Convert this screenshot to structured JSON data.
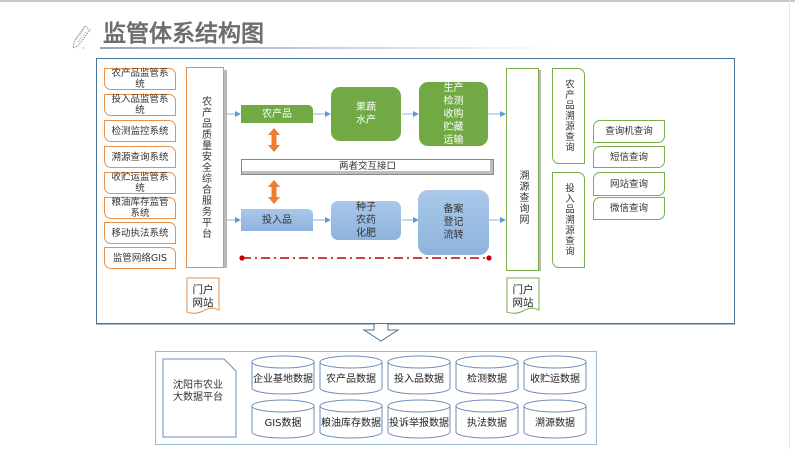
{
  "title": "监管体系结构图",
  "left_systems": [
    {
      "label": "农产品监管系统"
    },
    {
      "label": "投入品监管系统"
    },
    {
      "label": "检测监控系统"
    },
    {
      "label": "溯源查询系统"
    },
    {
      "label": "收贮运监管系统"
    },
    {
      "label": "粮油库存监管系统"
    },
    {
      "label": "移动执法系统"
    },
    {
      "label": "监管网络GIS"
    }
  ],
  "platform": {
    "label": "农产品质量安全综合服务平台"
  },
  "portal_left": {
    "label": "门户网站"
  },
  "portal_right": {
    "label": "门户网站"
  },
  "flow_top": {
    "start": "农产品",
    "mid": "果蔬水产",
    "end": "生产检测收购贮藏运输"
  },
  "flow_bottom": {
    "start": "投入品",
    "mid": "种子农药化肥",
    "end": "备案登记流转"
  },
  "interface": {
    "label": "两者交互接口"
  },
  "trace_net": {
    "label": "溯源查询网"
  },
  "product_trace": {
    "label": "农产品溯源查询"
  },
  "input_trace": {
    "label": "投入品溯源查询"
  },
  "query_methods": [
    {
      "label": "查询机查询"
    },
    {
      "label": "短信查询"
    },
    {
      "label": "网站查询"
    },
    {
      "label": "微信查询"
    }
  ],
  "big_data": {
    "platform_label": "沈阳市农业大数据平台",
    "databases": [
      {
        "label": "企业基地数据"
      },
      {
        "label": "农产品数据"
      },
      {
        "label": "投入品数据"
      },
      {
        "label": "检测数据"
      },
      {
        "label": "收贮运数据"
      },
      {
        "label": "GIS数据"
      },
      {
        "label": "粮油库存数据"
      },
      {
        "label": "投诉举报数据"
      },
      {
        "label": "执法数据"
      },
      {
        "label": "溯源数据"
      }
    ]
  },
  "colors": {
    "orange": "#e8914a",
    "green": "#71aa44",
    "blue": "#8eb3dc",
    "frame": "#4a7596",
    "red_dash": "#c00000"
  }
}
